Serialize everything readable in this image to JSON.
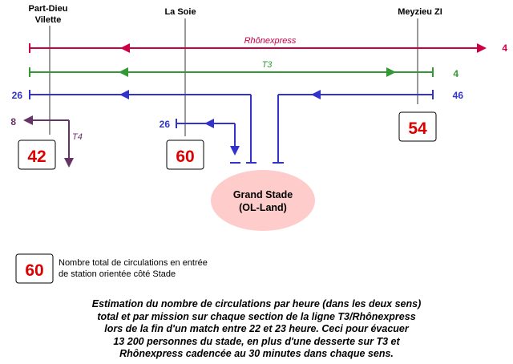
{
  "stations": {
    "part_dieu_line1": "Part-Dieu",
    "part_dieu_line2": "Vilette",
    "la_soie": "La Soie",
    "meyzieu": "Meyzieu ZI"
  },
  "lines": {
    "rhonexpress": {
      "label": "Rhônexpress",
      "value": "4",
      "color": "#cc0044"
    },
    "t3": {
      "label": "T3",
      "value": "4",
      "color": "#339933"
    },
    "t3_stadium": {
      "left_value": "26",
      "right_value": "46",
      "color": "#3333cc"
    },
    "la_soie_branch": {
      "value": "26",
      "color": "#3333cc"
    },
    "t4": {
      "label": "T4",
      "value": "8",
      "color": "#663366"
    }
  },
  "boxes": {
    "part_dieu": "42",
    "la_soie": "60",
    "meyzieu": "54",
    "box_color": "#dd0000"
  },
  "stadium": {
    "line1": "Grand Stade",
    "line2": "(OL-Land)",
    "fill": "#ffcccc"
  },
  "legend": {
    "value": "60",
    "line1": "Nombre total de circulations en entrée",
    "line2": "de station orientée côté Stade"
  },
  "caption": {
    "line1": "Estimation du nombre de circulations par heure (dans les deux sens)",
    "line2": "total et par mission sur chaque section de la ligne T3/Rhônexpress",
    "line3": "lors de la fin d'un match entre 22 et 23 heure. Ceci pour évacuer",
    "line4": "13 200 personnes du stade, en plus d'une desserte sur T3 et",
    "line5": "Rhônexpress cadencée au 30 minutes dans chaque sens."
  }
}
